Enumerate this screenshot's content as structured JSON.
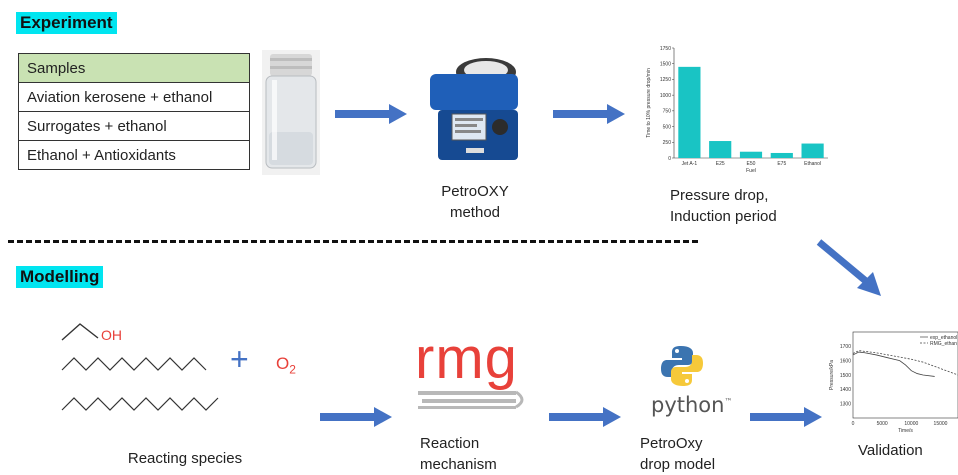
{
  "experiment": {
    "tag": "Experiment",
    "table": {
      "header": "Samples",
      "rows": [
        "Aviation kerosene + ethanol",
        "Surrogates + ethanol",
        "Ethanol + Antioxidants"
      ]
    },
    "method_label_line1": "PetroOXY",
    "method_label_line2": "method",
    "result_label_line1": "Pressure drop,",
    "result_label_line2": "Induction period"
  },
  "modelling": {
    "tag": "Modelling",
    "oh_label": "OH",
    "plus": "+",
    "o2_label": "O",
    "o2_sub": "2",
    "species_label": "Reacting species",
    "rmg_label": "rmg",
    "mechanism_line1": "Reaction",
    "mechanism_line2": "mechanism",
    "python_label": "python",
    "python_tm": "™",
    "model_line1": "PetroOxy",
    "model_line2": "drop model",
    "validation_label": "Validation"
  },
  "chart_data": [
    {
      "type": "bar",
      "categories": [
        "Jet A-1",
        "E25",
        "E50",
        "E75",
        "Ethanol"
      ],
      "values": [
        1450,
        270,
        100,
        80,
        230
      ],
      "ylim": [
        0,
        1750
      ],
      "yticks": [
        "0",
        "250",
        "500",
        "750",
        "1000",
        "1250",
        "1500",
        "1750"
      ],
      "xlabel": "Fuel",
      "ylabel": "Time to 10% pressure drop/min",
      "color": "#19c4c4"
    },
    {
      "type": "line",
      "xlim": [
        0,
        18000
      ],
      "ylim": [
        1200,
        1800
      ],
      "xticks": [
        "0",
        "5000",
        "10000",
        "15000"
      ],
      "yticks": [
        "1300",
        "1400",
        "1500",
        "1600",
        "1700"
      ],
      "xlabel": "Time/s",
      "ylabel": "Pressure/kPa",
      "series": [
        {
          "name": "exp_ethanol",
          "style": "solid",
          "x": [
            0,
            1000,
            2000,
            4000,
            6000,
            8000,
            9000,
            10000,
            11000,
            12000,
            14000
          ],
          "y": [
            1640,
            1660,
            1655,
            1640,
            1620,
            1600,
            1570,
            1530,
            1510,
            1500,
            1490
          ]
        },
        {
          "name": "RMG_ethan",
          "style": "dashed",
          "x": [
            0,
            1000,
            2000,
            4000,
            6000,
            8000,
            10000,
            12000,
            14000,
            16000,
            18000
          ],
          "y": [
            1650,
            1670,
            1665,
            1655,
            1640,
            1625,
            1610,
            1590,
            1560,
            1530,
            1500
          ]
        }
      ]
    }
  ],
  "colors": {
    "accent": "#00e5f0",
    "arrow": "#4472c4",
    "bar": "#19c4c4",
    "table_head": "#c9e2b3",
    "chem_red": "#e8413a",
    "rmg_red": "#e8413a"
  }
}
